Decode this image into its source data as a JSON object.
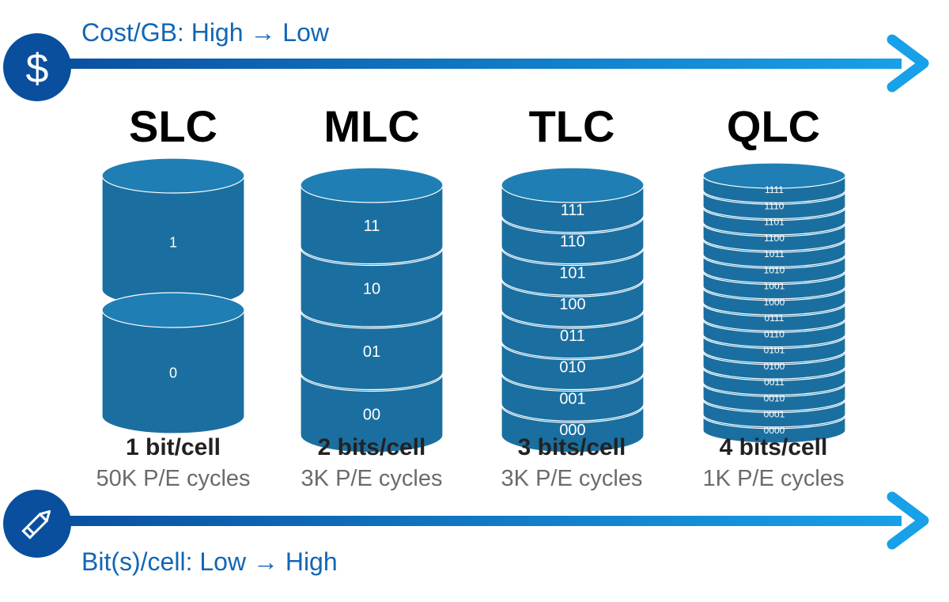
{
  "top_axis": {
    "label": "Cost/GB: High → Low",
    "icon": "dollar-icon"
  },
  "bottom_axis": {
    "label": "Bit(s)/cell: Low → High",
    "icon": "pencil-icon"
  },
  "colors": {
    "arrow_start": "#0a4f9e",
    "arrow_end": "#18a0e8",
    "cylinder_side": "#1b6fa0",
    "cylinder_top": "#1f7fb4",
    "label_blue": "#1366b5"
  },
  "cell_types": [
    {
      "name": "SLC",
      "bits": "1 bit/cell",
      "endurance": "50K P/E cycles",
      "values": [
        "1",
        "0"
      ]
    },
    {
      "name": "MLC",
      "bits": "2 bits/cell",
      "endurance": "3K P/E cycles",
      "values": [
        "11",
        "10",
        "01",
        "00"
      ]
    },
    {
      "name": "TLC",
      "bits": "3 bits/cell",
      "endurance": "3K P/E cycles",
      "values": [
        "111",
        "110",
        "101",
        "100",
        "011",
        "010",
        "001",
        "000"
      ]
    },
    {
      "name": "QLC",
      "bits": "4 bits/cell",
      "endurance": "1K P/E cycles",
      "values": [
        "1111",
        "1110",
        "1101",
        "1100",
        "1011",
        "1010",
        "1001",
        "1000",
        "0111",
        "0110",
        "0101",
        "0100",
        "0011",
        "0010",
        "0001",
        "0000"
      ]
    }
  ]
}
